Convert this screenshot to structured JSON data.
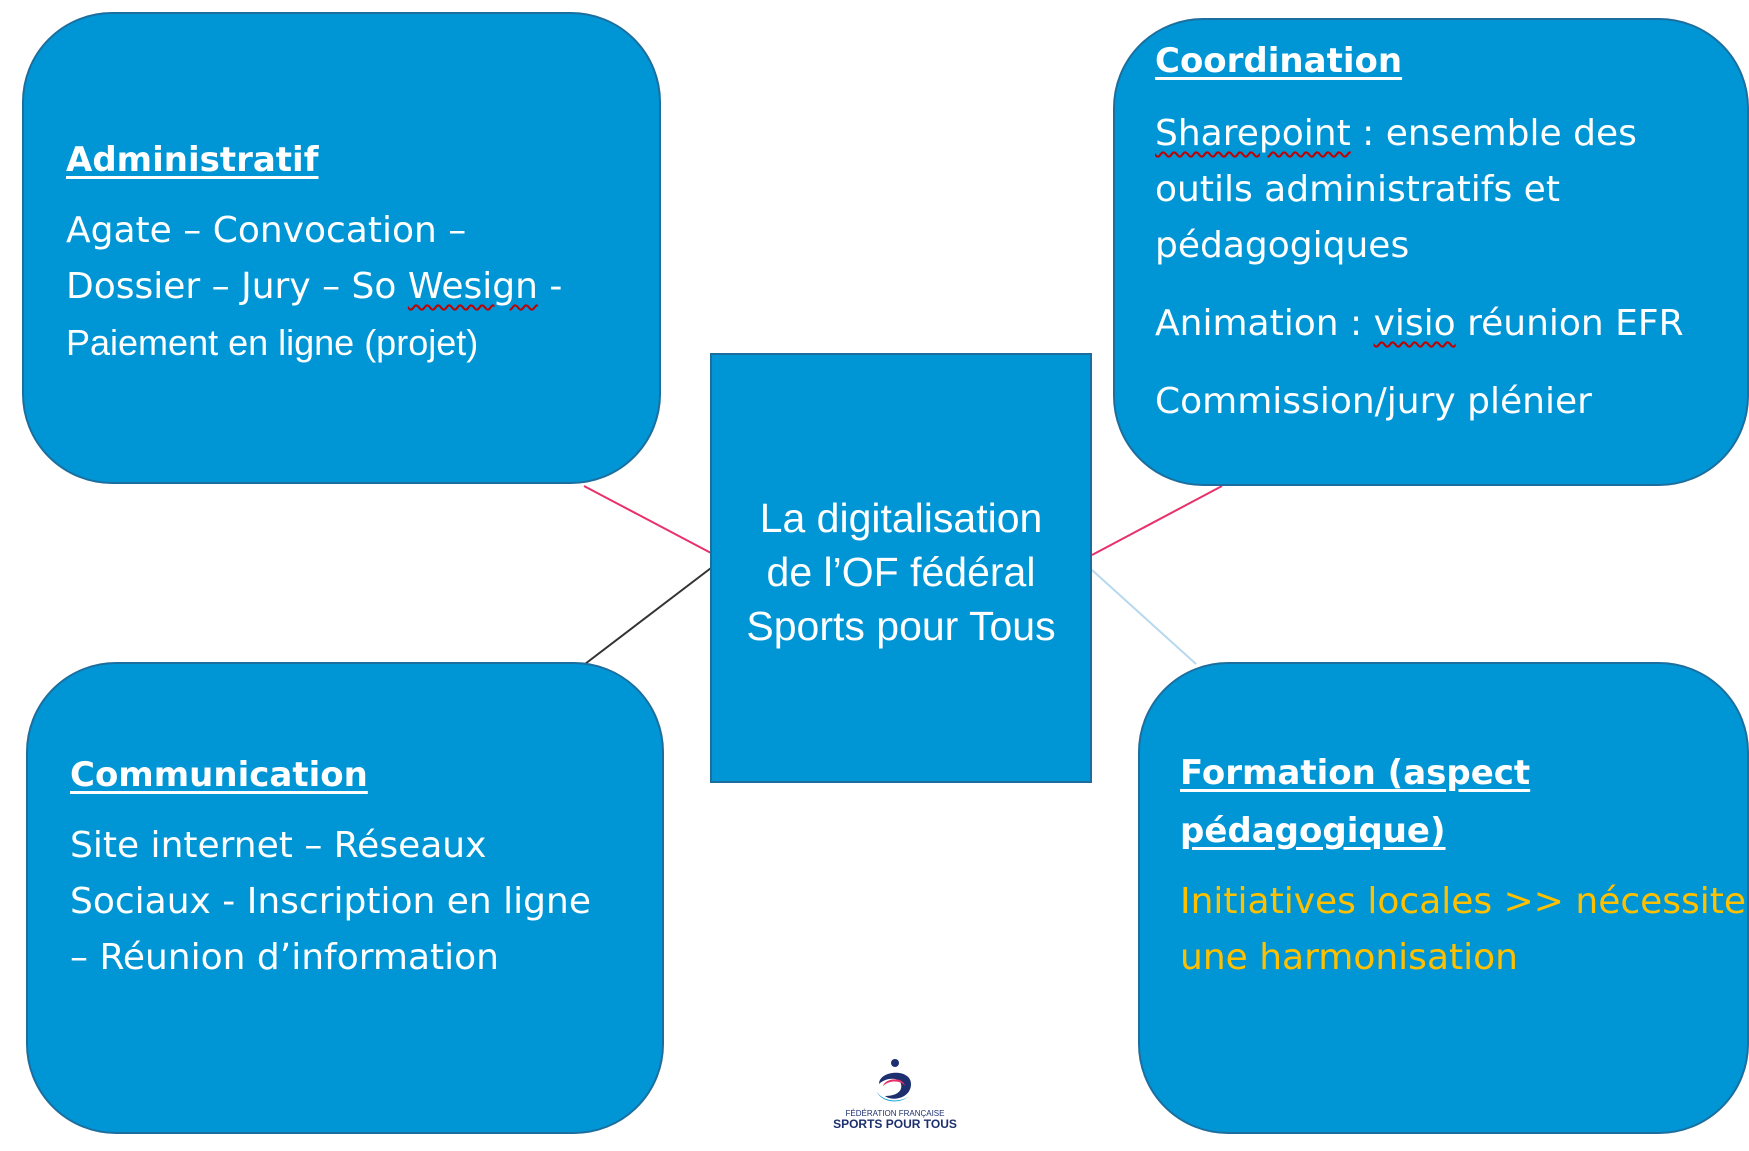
{
  "center": {
    "line1": "La digitalisation",
    "line2": "de l’OF fédéral",
    "line3": "Sports pour Tous"
  },
  "administratif": {
    "title": "Administratif",
    "line1": "Agate – Convocation –",
    "line2_pre": "Dossier – Jury – So ",
    "line2_sq": "Wesign",
    "line2_post": " -",
    "line3": "Paiement en ligne (projet)"
  },
  "coordination": {
    "title": "Coordination",
    "item1_sq": "Sharepoint",
    "item1_rest": " : ensemble des",
    "item1_line2": "outils administratifs et",
    "item1_line3": "pédagogiques",
    "item2_pre": "Animation : ",
    "item2_sq": "visio",
    "item2_post": " réunion EFR",
    "item3": "Commission/jury plénier"
  },
  "communication": {
    "title": "Communication",
    "line1": "Site internet – Réseaux",
    "line2": "Sociaux - Inscription en ligne",
    "line3": "– Réunion d’information"
  },
  "formation": {
    "title_line1": "Formation (aspect",
    "title_line2": "pédagogique)",
    "line1": "Initiatives locales >> nécessite",
    "line2": "une harmonisation"
  },
  "logo": {
    "small": "FÉDÉRATION FRANÇAISE",
    "big": "SPORTS POUR TOUS"
  },
  "colors": {
    "box_fill": "#0096d6",
    "box_border": "#1b6e9e",
    "connector_pink": "#e8306a",
    "connector_dark": "#333333",
    "connector_light": "#b7d8ee",
    "highlight_orange": "#ffc000"
  }
}
